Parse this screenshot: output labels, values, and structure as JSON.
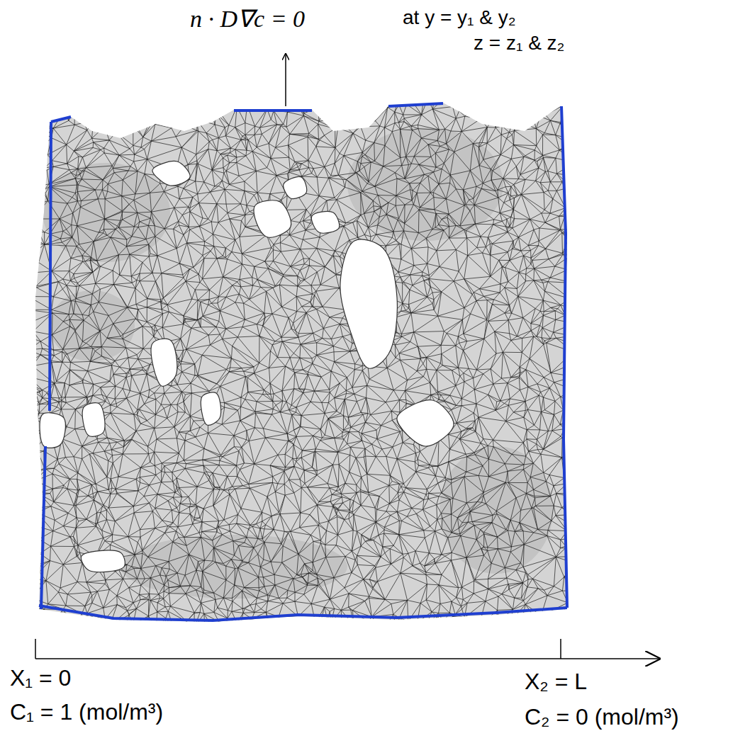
{
  "diagram": {
    "labels": [
      "n · D∇c = 0",
      "at y = y₁ & y₂",
      "z = z₁ & z₂",
      "X₁ = 0",
      "C₁ = 1 (mol/m³)",
      "X₂ = L",
      "C₂ = 0 (mol/m³)"
    ]
  }
}
